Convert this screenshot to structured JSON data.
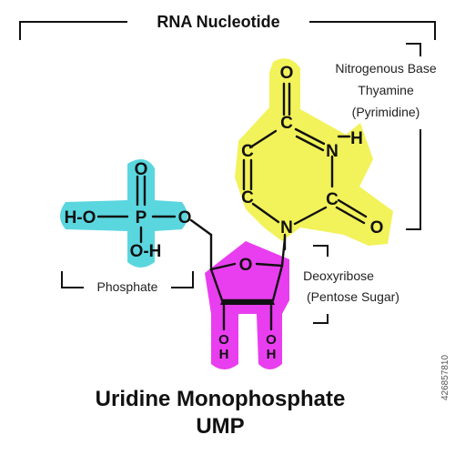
{
  "header": {
    "title": "RNA Nucleotide"
  },
  "labels": {
    "base_line1": "Nitrogenous Base",
    "base_line2": "Thyamine",
    "base_line3": "(Pyrimidine)",
    "sugar_line1": "Deoxyribose",
    "sugar_line2": "(Pentose Sugar)",
    "phosphate": "Phosphate"
  },
  "atoms": {
    "O": "O",
    "C": "C",
    "N": "N",
    "H": "H",
    "P": "P",
    "HO": "H-O",
    "OH": "O-H"
  },
  "footer": {
    "title": "Uridine Monophosphate",
    "subtitle": "UMP"
  },
  "stock": {
    "id": "426857810"
  },
  "colors": {
    "base": "#f2f25a",
    "sugar": "#e93ef0",
    "phosphate": "#5ad6df",
    "ink": "#111111"
  }
}
